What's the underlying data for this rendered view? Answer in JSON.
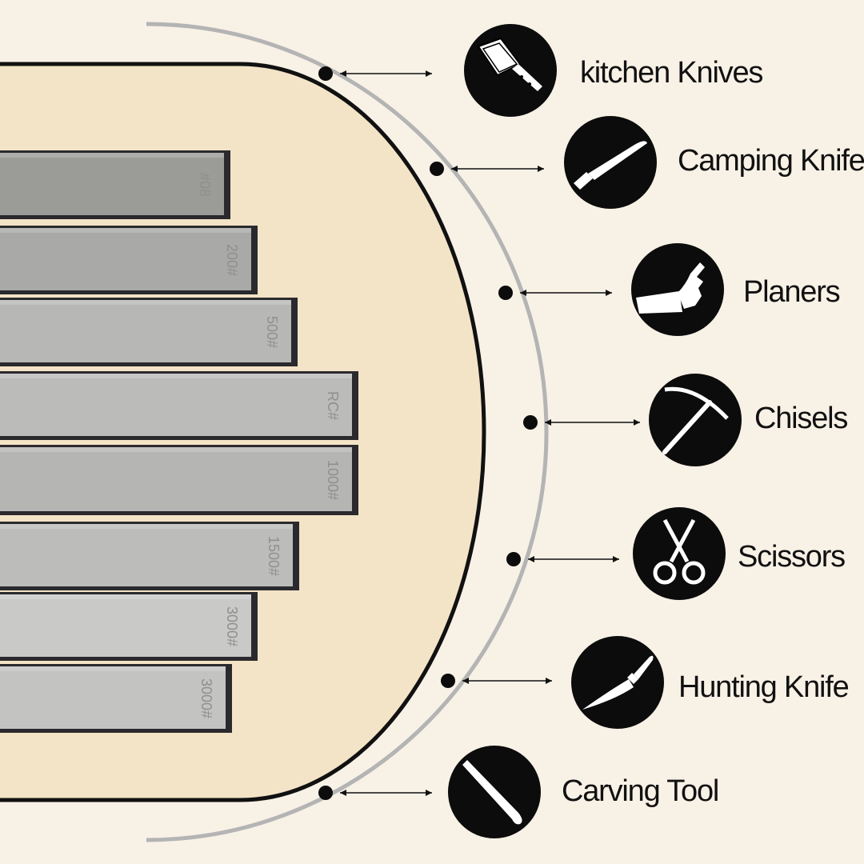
{
  "colors": {
    "background": "#f8f1e6",
    "oval_fill": "#f3e4c8",
    "oval_outline": "#111111",
    "arc_line": "#b4b4b4",
    "icon_circle": "#0c0c0c",
    "icon_glyph": "#ffffff"
  },
  "stones": [
    {
      "grit": "#08",
      "color": "#9b9b98"
    },
    {
      "grit": "200#",
      "color": "#a9a9a8"
    },
    {
      "grit": "500#",
      "color": "#b7b7b6"
    },
    {
      "grit": "RC#",
      "color": "#bbbbba"
    },
    {
      "grit": "1000#",
      "color": "#b5b5b4"
    },
    {
      "grit": "1500#",
      "color": "#bcbcbb"
    },
    {
      "grit": "3000#",
      "color": "#c9c9c8"
    },
    {
      "grit": "3000#",
      "color": "#c3c3c2"
    }
  ],
  "tools": [
    {
      "label": "kitchen Knives",
      "icon": "cleaver-icon"
    },
    {
      "label": "Camping Knife",
      "icon": "camping-knife-icon"
    },
    {
      "label": "Planers",
      "icon": "planer-icon"
    },
    {
      "label": "Chisels",
      "icon": "pickaxe-icon"
    },
    {
      "label": "Scissors",
      "icon": "scissors-icon"
    },
    {
      "label": "Hunting Knife",
      "icon": "hunting-knife-icon"
    },
    {
      "label": "Carving Tool",
      "icon": "carving-tool-icon"
    }
  ]
}
